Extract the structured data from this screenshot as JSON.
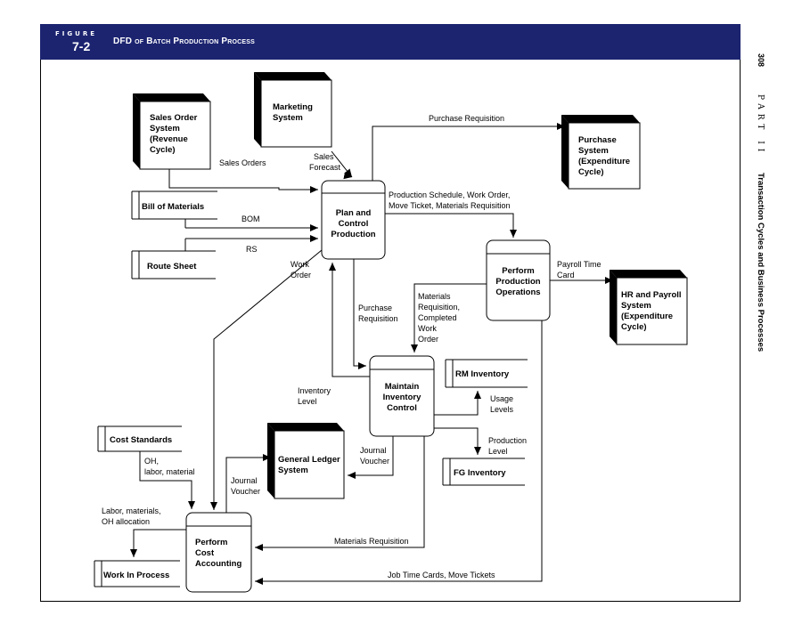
{
  "figure": {
    "label": "FIGURE",
    "number": "7-2",
    "title": "DFD of Batch Production Process"
  },
  "sidebar": {
    "page_number": "308",
    "part": "PART II",
    "section": "Transaction Cycles and Business Processes"
  },
  "entities": {
    "sales_order": [
      "Sales Order",
      "System",
      "(Revenue",
      "Cycle)"
    ],
    "marketing": [
      "Marketing",
      "System"
    ],
    "purchase": [
      "Purchase",
      "System",
      "(Expenditure",
      "Cycle)"
    ],
    "hr_payroll": [
      "HR and Payroll",
      "System",
      "(Expenditure",
      "Cycle)"
    ],
    "general_ledger": [
      "General Ledger",
      "System"
    ]
  },
  "processes": {
    "plan": [
      "Plan and",
      "Control",
      "Production"
    ],
    "perform_ops": [
      "Perform",
      "Production",
      "Operations"
    ],
    "maintain_inv": [
      "Maintain",
      "Inventory",
      "Control"
    ],
    "cost_acct": [
      "Perform",
      "Cost",
      "Accounting"
    ]
  },
  "stores": {
    "bom": "Bill of Materials",
    "route": "Route Sheet",
    "rm_inv": "RM Inventory",
    "fg_inv": "FG Inventory",
    "cost_std": "Cost Standards",
    "wip": "Work In Process"
  },
  "flows": {
    "purchase_req_top": "Purchase Requisition",
    "sales_orders": "Sales Orders",
    "sales_forecast": [
      "Sales",
      "Forecast"
    ],
    "prod_schedule": [
      "Production Schedule, Work Order,",
      "Move Ticket, Materials Requisition"
    ],
    "bom": "BOM",
    "rs": "RS",
    "work_order": [
      "Work",
      "Order"
    ],
    "payroll_time": [
      "Payroll Time",
      "Card"
    ],
    "materials_req": [
      "Materials",
      "Requisition,",
      "Completed",
      "Work",
      "Order"
    ],
    "purchase_req_mid": [
      "Purchase",
      "Requisition"
    ],
    "inventory_level": [
      "Inventory",
      "Level"
    ],
    "usage_levels": [
      "Usage",
      "Levels"
    ],
    "production_level": [
      "Production",
      "Level"
    ],
    "journal_voucher_right": [
      "Journal",
      "Voucher"
    ],
    "journal_voucher_left": [
      "Journal",
      "Voucher"
    ],
    "oh_labor": [
      "OH,",
      "labor, material"
    ],
    "labor_oh_alloc": [
      "Labor, materials,",
      "OH allocation"
    ],
    "materials_req_bottom": "Materials Requisition",
    "job_time_cards": "Job Time Cards, Move Tickets"
  }
}
